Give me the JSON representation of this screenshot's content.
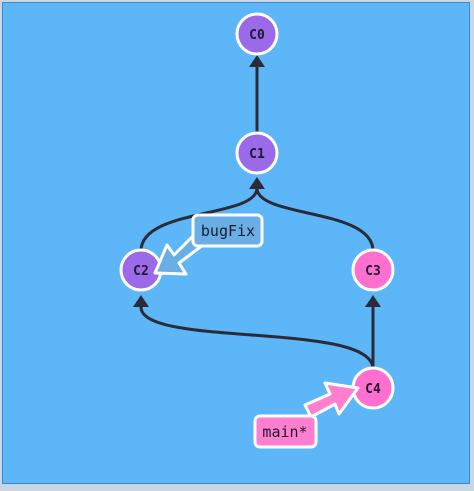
{
  "commits": [
    {
      "id": "c0",
      "label": "C0"
    },
    {
      "id": "c1",
      "label": "C1"
    },
    {
      "id": "c2",
      "label": "C2"
    },
    {
      "id": "c3",
      "label": "C3"
    },
    {
      "id": "c4",
      "label": "C4"
    }
  ],
  "branches": {
    "bugfix": {
      "label": "bugFix",
      "target": "C2",
      "color": "#6aaee6"
    },
    "main": {
      "label": "main*",
      "target": "C4",
      "color": "#ff7ed0"
    }
  },
  "colors": {
    "background": "#5cb6f8",
    "purple_commit": "#9a6ae8",
    "pink_commit": "#ff6fd0",
    "edge": "#2a2a38"
  }
}
